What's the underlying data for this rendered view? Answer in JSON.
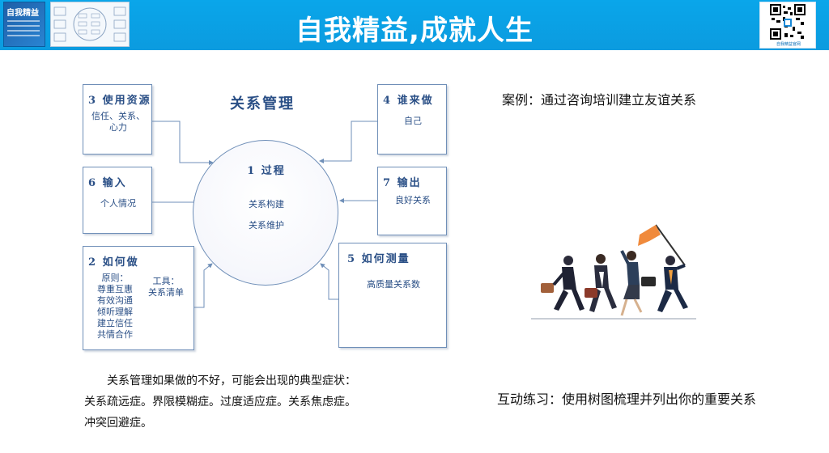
{
  "header": {
    "title": "自我精益,成就人生",
    "book_title": "自我精益",
    "qr_caption": "自我精益官网"
  },
  "diagram": {
    "title": "关系管理",
    "center": {
      "title": "1  过程",
      "lines": [
        "关系构建",
        "关系维护"
      ]
    },
    "box_resources": {
      "title": "3  使用资源",
      "text": [
        "信任、关系、",
        "心力"
      ]
    },
    "box_input": {
      "title": "6  输入",
      "text": [
        "个人情况"
      ]
    },
    "box_how": {
      "title": "2  如何做",
      "principles_label": "原则：",
      "principles": [
        "尊重互惠",
        "有效沟通",
        "倾听理解",
        "建立信任",
        "共情合作"
      ],
      "tools_label": "工具：",
      "tools": [
        "关系清单"
      ]
    },
    "box_who": {
      "title": "4  谁来做",
      "text": [
        "自己"
      ]
    },
    "box_output": {
      "title": "7  输出",
      "text": [
        "良好关系"
      ]
    },
    "box_measure": {
      "title": "5  如何测量",
      "text": [
        "高质量关系数"
      ]
    }
  },
  "symptoms": {
    "line1": "关系管理如果做的不好，可能会出现的典型症状：",
    "line2": "关系疏远症。界限模糊症。过度适应症。关系焦虑症。",
    "line3": "冲突回避症。"
  },
  "case": {
    "text": "案例：通过咨询培训建立友谊关系"
  },
  "exercise": {
    "text": "互动练习：使用树图梳理并列出你的重要关系"
  },
  "colors": {
    "header_blue": "#0aa6ea",
    "diagram_blue": "#2a4f86",
    "box_border": "#6f8fb8",
    "flag_orange": "#f08a3c"
  },
  "icons": [
    "book-cover-icon",
    "flow-thumbnail-icon",
    "qr-code-icon",
    "business-team-illustration"
  ]
}
